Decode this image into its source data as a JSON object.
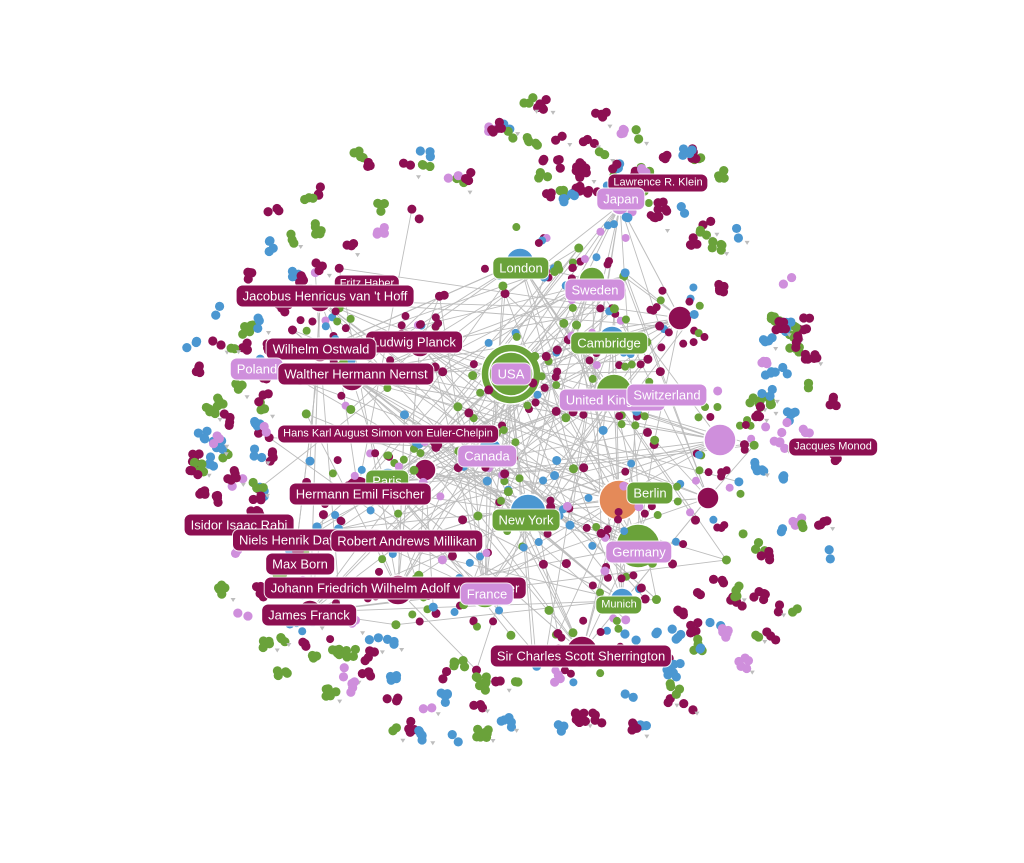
{
  "colors": {
    "person": "#8d0f52",
    "city": "#6aa23a",
    "country": "#cf8fdc",
    "institution": "#4b97d1",
    "organization": "#e48a59",
    "edge": "#bdbdbd"
  },
  "labels": {
    "lawrence_klein": "Lawrence R. Klein",
    "japan": "Japan",
    "london": "London",
    "sweden": "Sweden",
    "fritz_haber": "Fritz Haber",
    "vant_hoff": "Jacobus Henricus van 't Hoff",
    "cambridge": "Cambridge",
    "ludwig_planck": "Ludwig Planck",
    "wilhelm_ostwald": "Wilhelm Ostwald",
    "poland": "Poland",
    "usa": "USA",
    "walther_nernst": "Walther Hermann Nernst",
    "united_kingdom": "United Kingdom",
    "switzerland": "Switzerland",
    "euler_chelpin": "Hans Karl August Simon von Euler-Chelpin",
    "jacques_monod": "Jacques Monod",
    "canada": "Canada",
    "paris": "Paris",
    "hermann_fischer": "Hermann Emil Fischer",
    "berlin": "Berlin",
    "isidor_rabi": "Isidor Isaac Rabi",
    "new_york": "New York",
    "niels_bohr": "Niels Henrik David Bohr",
    "robert_millikan": "Robert Andrews Millikan",
    "germany": "Germany",
    "max_born": "Max Born",
    "johann_baeyer": "Johann Friedrich Wilhelm Adolf von Baeyer",
    "france": "France",
    "munich": "Munich",
    "james_franck": "James Franck",
    "sherrington": "Sir Charles Scott Sherrington"
  }
}
